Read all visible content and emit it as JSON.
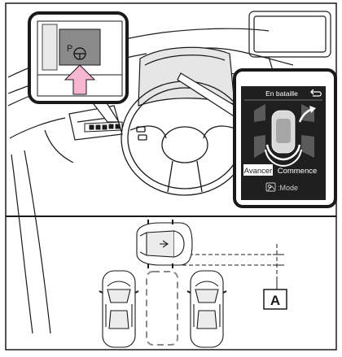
{
  "callout_top": {
    "shift_indicator": "P"
  },
  "display": {
    "title": "En bataille",
    "primary_button": "Avancer",
    "primary_caption": "Commence",
    "mode_label": ":Mode"
  },
  "parking_diagram": {
    "label": "A"
  }
}
